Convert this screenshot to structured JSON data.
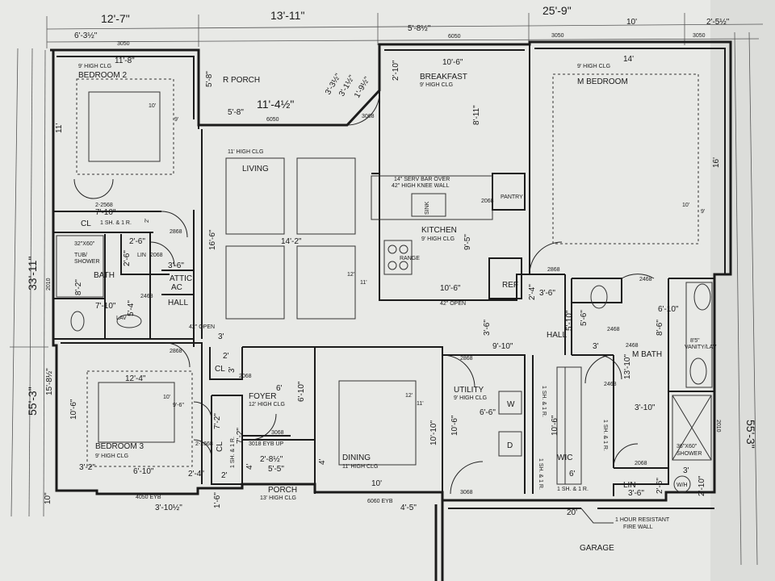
{
  "top_dimensions": {
    "d_12_7": "12'-7\"",
    "d_13_11": "13'-11\"",
    "d_25_9": "25'-9\"",
    "d_5_8_half": "5'-8½\"",
    "d_10": "10'",
    "d_2_5_half": "2'-5½\"",
    "d_6_3_half": "6'-3½\"",
    "d_3050_a": "3050",
    "d_6050_a": "6050",
    "d_3050_b": "3050",
    "d_3050_c": "3050"
  },
  "side_dimensions": {
    "left_33_11": "33'-11\"",
    "left_55_3": "55'-3\"",
    "left_15_8_half": "15'-8½\"",
    "left_2010": "2010",
    "left_10": "10\"",
    "right_55_3": "55'-3\"",
    "right_2010": "2010"
  },
  "rooms": {
    "bedroom2": {
      "name": "BEDROOM 2",
      "clg": "9' HIGH CLG",
      "w": "11'-8\"",
      "h": "11'",
      "tray_a": "10'",
      "tray_b": "9'"
    },
    "porch_r": {
      "name": "R PORCH",
      "d_5_8": "5'-8\"",
      "d_11_4": "11'-4½\"",
      "d_5_8b": "5'-8\"",
      "d_3_3": "3'-3½\"",
      "d_3_1": "3'-1½\"",
      "d_1_9": "1'-9½\"",
      "door": "6050",
      "door2": "3068"
    },
    "breakfast": {
      "name": "BREAKFAST",
      "clg": "9' HIGH CLG",
      "w": "10'-6\"",
      "d_2_10": "2'-10\"",
      "h": "8'-11\""
    },
    "mbed": {
      "name": "M BEDROOM",
      "clg": "9' HIGH CLG",
      "w": "14'",
      "h": "16'",
      "tray_a": "10'",
      "tray_b": "9'"
    },
    "living": {
      "name": "LIVING",
      "clg": "11' HIGH CLG",
      "w": "14'-2\"",
      "h": "16'-6\"",
      "tray_a": "12'",
      "tray_b": "11'"
    },
    "kitchen": {
      "name": "KITCHEN",
      "clg": "9' HIGH CLG",
      "bar": "14\" SERV BAR OVER",
      "bar2": "42\" HIGH KNEE WALL",
      "sink": "SINK",
      "range": "RANGE",
      "ref": "REF",
      "pantry": "PANTRY",
      "pantry_door": "2068",
      "w": "10'-6\"",
      "h": "9'-5\"",
      "open": "42\" OPEN"
    },
    "bath": {
      "name": "BATH",
      "tub": "32\"X60\"",
      "tub2": "TUB/",
      "tub3": "SHOWER",
      "w": "7'-10\"",
      "h": "8'-2\"",
      "lav": "LAV"
    },
    "cl_bed2": {
      "name": "CL",
      "shelf": "1 SH. & 1 R.",
      "doors": "2-2568",
      "w": "7'-10\"",
      "d": "2'"
    },
    "lin": {
      "name": "LIN",
      "door": "2068",
      "w": "2'-6\"",
      "d": "2'-6\""
    },
    "attic": {
      "name": "ATTIC",
      "name2": "AC",
      "d": "3'-6\""
    },
    "hall_left": {
      "name": "HALL",
      "door": "2868",
      "door2": "2868",
      "d": "5'-4\"",
      "door3": "2468"
    },
    "open42": {
      "text": "42\" OPEN",
      "d": "3'"
    },
    "bedroom3": {
      "name": "BEDROOM 3",
      "clg": "9' HIGH CLG",
      "w": "12'-4\"",
      "h": "10'-6\"",
      "tray_a": "10'",
      "tray_b": "9'-6\"",
      "d_3_2": "3'-2\"",
      "d_6_10": "6'-10\"",
      "d_2_4": "2'-4\"",
      "window": "4050 EYB",
      "d_3_10": "3'-10½\"",
      "doors": "2-2668",
      "door": "2868"
    },
    "cl_bed3": {
      "name": "CL",
      "shelf": "1 SH. & 1 R.",
      "d_7_2": "7'-2\"",
      "d_2": "2'",
      "d_1_6": "1'-6\""
    },
    "cl_foyer": {
      "name": "CL",
      "d_2": "2'",
      "d_3": "3'",
      "door": "2068"
    },
    "foyer": {
      "name": "FOYER",
      "clg": "12' HIGH CLG",
      "w": "6'",
      "h": "6'-10\"",
      "door": "3068",
      "door2": "3018 EYB UP",
      "d_2_8": "2'-8½\"",
      "d_7_2": "7'-2\"",
      "d_4": "4'"
    },
    "porch_f": {
      "name": "PORCH",
      "clg": "13' HIGH CLG",
      "w": "5'-5\""
    },
    "dining": {
      "name": "DINING",
      "clg": "11' HIGH CLG",
      "w": "10'",
      "h": "10'-10\"",
      "d_4": "4'",
      "window": "6060 EYB",
      "d_4_5": "4'-5\"",
      "tray_a": "12'",
      "tray_b": "11'"
    },
    "hall_right": {
      "name": "HALL",
      "w": "9'-10\"",
      "d": "3'-6\"",
      "d2": "3'-6\"",
      "d3": "2'-4\""
    },
    "utility": {
      "name": "UTILITY",
      "clg": "9' HIGH CLG",
      "w": "6'-6\"",
      "h": "10'-6\"",
      "washer": "W",
      "dryer": "D",
      "door": "2868",
      "door2": "3068"
    },
    "wic": {
      "name": "WIC",
      "shelf": "1 SH. & 1 R.",
      "shelf2": "1 SH. & 1 R.",
      "shelf3": "1 SH. & 1 R.",
      "shelf4": "1 SH. & 1 R.",
      "w": "6'",
      "h": "10'-6\"",
      "door": "2468"
    },
    "mbath": {
      "name": "M BATH",
      "vanity": "8'5\"",
      "vanity2": "VANITY/LAV",
      "w": "6'-10\"",
      "h": "8'-6\"",
      "d_13_10": "13'-10\"",
      "d_3_10": "3'-10\"",
      "d_5_10": "5'-10\"",
      "d_5_6": "5'-6\"",
      "d_3": "3'",
      "door": "2468",
      "door2": "2468",
      "door3": "2868",
      "door4": "2468",
      "shower": "36\"X60\"",
      "shower2": "SHOWER"
    },
    "lin_mbath": {
      "name": "LIN",
      "door": "2068",
      "w": "3'-6\"",
      "d": "2'-6\"",
      "d_3": "3'",
      "d_2_10": "2'-10\"",
      "wh": "W/H"
    },
    "garage": {
      "name": "GARAGE",
      "w": "20'",
      "firewall": "1 HOUR RESISTANT",
      "firewall2": "FIRE WALL"
    }
  }
}
